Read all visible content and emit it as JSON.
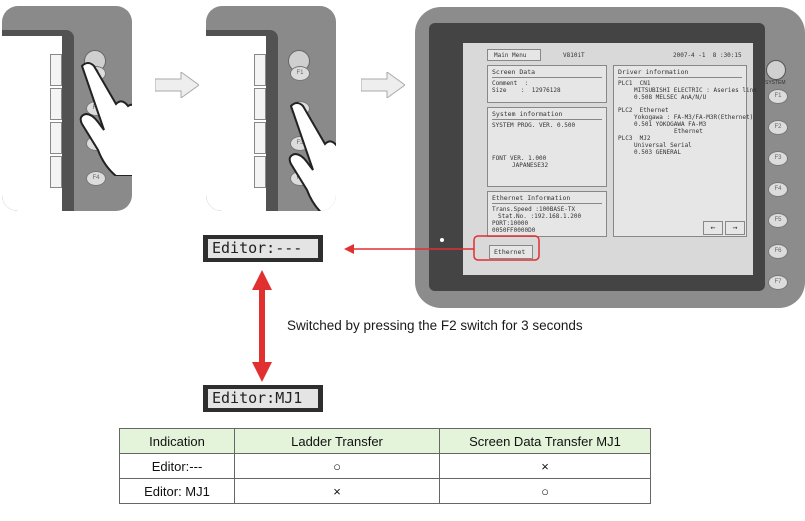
{
  "device": {
    "lcd": {
      "main_menu": "Main Menu",
      "model": "V810iT",
      "datetime": "2007-4 -1  8 :30:15",
      "screen_data": {
        "title": "Screen Data",
        "comment": "Comment  :",
        "size": "Size    :  12976128"
      },
      "system_info": {
        "title": "System information",
        "prog": "SYSTEM PROG. VER. 0.500",
        "font": "FONT VER. 1.000",
        "font2": "JAPANESE32"
      },
      "ethernet_info": {
        "title": "Ethernet Information",
        "l1": "Trans.Speed :100BASE-TX",
        "l2": "Stat.No. :192.168.1.200",
        "l3": "PORT:10000",
        "l4": "0050FF0000D0"
      },
      "driver_info": {
        "title": "Driver information",
        "p1a": "PLC1  CN1",
        "p1b": "MITSUBISHI ELECTRIC : Aseries link",
        "p1c": "0.508 MELSEC AnA/N/U",
        "p2a": "PLC2  Ethernet",
        "p2b": "Yokogawa : FA-M3/FA-M3R(Ethernet)",
        "p2c": "0.501 YOKOGAWA FA-M3",
        "p2d": "Ethernet",
        "p3a": "PLC3  MJ2",
        "p3b": "Universal Serial",
        "p3c": "0.503 GENERAL"
      },
      "prev_button": "←",
      "next_button": "→",
      "ethernet_button": "Ethernet"
    },
    "system_label": "SYSTEM",
    "fkeys": [
      "F1",
      "F2",
      "F3",
      "F4",
      "F5",
      "F6",
      "F7"
    ]
  },
  "panel_keys": [
    "F1",
    "F2",
    "F3",
    "F4"
  ],
  "editor_top": "Editor:---",
  "editor_bottom": "Editor:MJ1",
  "caption": "Switched by pressing the F2 switch for 3 seconds",
  "table": {
    "headers": [
      "Indication",
      "Ladder Transfer",
      "Screen Data Transfer MJ1"
    ],
    "rows": [
      [
        "Editor:---",
        "○",
        "×"
      ],
      [
        "Editor: MJ1",
        "×",
        "○"
      ]
    ]
  },
  "colors": {
    "highlight": "#e03030",
    "header_bg": "#e4f4da"
  }
}
